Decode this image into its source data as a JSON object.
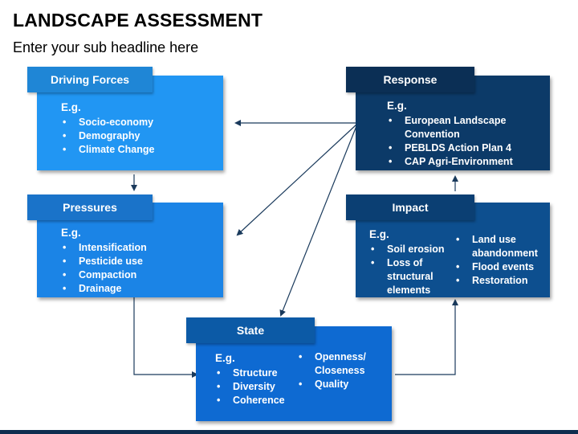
{
  "page": {
    "title": "LANDSCAPE ASSESSMENT",
    "subtitle": "Enter your sub headline here"
  },
  "boxes": {
    "driving_forces": {
      "label": "Driving Forces",
      "eg": "E.g.",
      "items": [
        "Socio-economy",
        "Demography",
        "Climate Change"
      ],
      "tab_color": "#1f86d6",
      "body_color": "#2196f3"
    },
    "pressures": {
      "label": "Pressures",
      "eg": "E.g.",
      "items": [
        "Intensification",
        "Pesticide use",
        "Compaction",
        "Drainage"
      ],
      "tab_color": "#1a73c9",
      "body_color": "#1b84e6"
    },
    "state": {
      "label": "State",
      "eg": "E.g.",
      "items_left": [
        "Structure",
        "Diversity",
        "Coherence"
      ],
      "items_right": [
        "Openness/ Closeness",
        "Quality"
      ],
      "tab_color": "#0c5aa6",
      "body_color": "#0e6ad2"
    },
    "impact": {
      "label": "Impact",
      "eg": "E.g.",
      "items_left": [
        "Soil erosion",
        "Loss of structural elements"
      ],
      "items_right": [
        "Land use abandonment",
        "Flood events",
        "Restoration"
      ],
      "tab_color": "#0b3f73",
      "body_color": "#0d4f8f"
    },
    "response": {
      "label": "Response",
      "eg": "E.g.",
      "items": [
        "European Landscape Convention",
        "PEBLDS Action Plan 4",
        "CAP Agri-Environment"
      ],
      "tab_color": "#0b2f55",
      "body_color": "#0c3a68"
    }
  },
  "colors": {
    "arrow": "#1a3a5c",
    "footer": "#0e2d4f"
  }
}
